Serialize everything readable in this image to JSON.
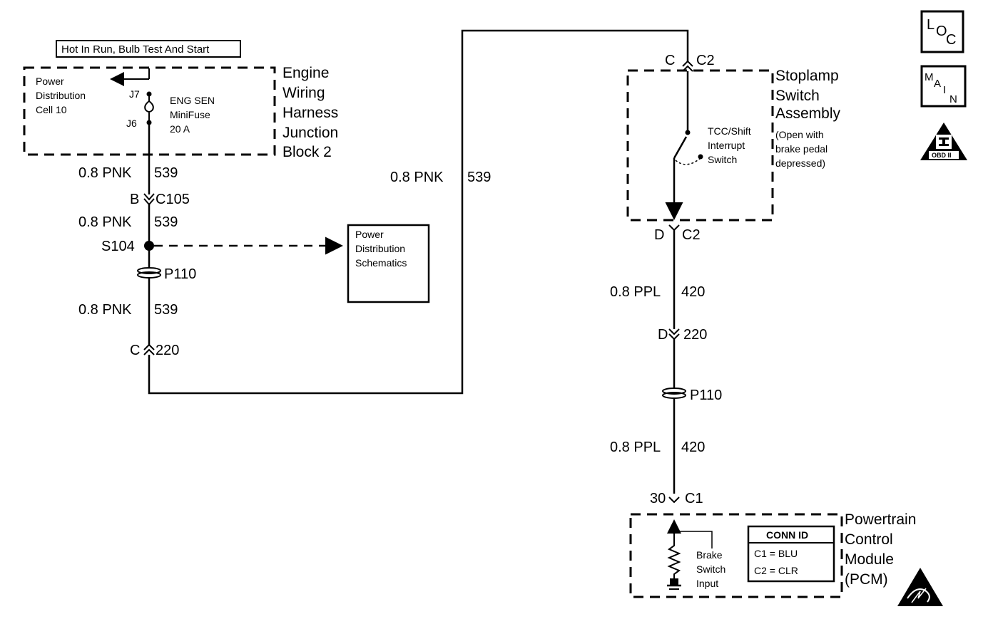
{
  "header": {
    "power_label": "Hot In Run, Bulb Test And Start"
  },
  "junction_block": {
    "title": [
      "Engine",
      "Wiring",
      "Harness",
      "Junction",
      "Block 2"
    ],
    "power_dist": [
      "Power",
      "Distribution",
      "Cell 10"
    ],
    "pin_j7": "J7",
    "pin_j6": "J6",
    "fuse": [
      "ENG SEN",
      "MiniFuse",
      "20 A"
    ]
  },
  "left_circuit": {
    "wire1": {
      "gauge_color": "0.8 PNK",
      "circuit": "539"
    },
    "c105": {
      "pin": "B",
      "connector": "C105"
    },
    "wire2": {
      "gauge_color": "0.8 PNK",
      "circuit": "539"
    },
    "splice": "S104",
    "pass_through": "P110",
    "wire3": {
      "gauge_color": "0.8 PNK",
      "circuit": "539"
    },
    "c220": {
      "pin": "C",
      "connector": "220"
    }
  },
  "power_schematics_box": [
    "Power",
    "Distribution",
    "Schematics"
  ],
  "middle_wire": {
    "gauge_color": "0.8 PNK",
    "circuit": "539"
  },
  "stoplamp": {
    "top_pin": "C",
    "top_conn": "C2",
    "title": [
      "Stoplamp",
      "Switch",
      "Assembly"
    ],
    "note": [
      "(Open with",
      "brake pedal",
      "depressed)"
    ],
    "switch_label": [
      "TCC/Shift",
      "Interrupt",
      "Switch"
    ],
    "bottom_pin": "D",
    "bottom_conn": "C2"
  },
  "right_circuit": {
    "wire1": {
      "gauge_color": "0.8 PPL",
      "circuit": "420"
    },
    "c220": {
      "pin": "D",
      "connector": "220"
    },
    "pass_through": "P110",
    "wire2": {
      "gauge_color": "0.8 PPL",
      "circuit": "420"
    },
    "c1": {
      "pin": "30",
      "connector": "C1"
    }
  },
  "pcm": {
    "title": [
      "Powertrain",
      "Control",
      "Module",
      "(PCM)"
    ],
    "input_label": [
      "Brake",
      "Switch",
      "Input"
    ],
    "conn_id_header": "CONN ID",
    "conn_ids": [
      "C1 = BLU",
      "C2 = CLR"
    ]
  },
  "icons": {
    "loc": {
      "l": "L",
      "o": "O",
      "c": "C"
    },
    "main": {
      "m": "M",
      "a": "A",
      "i": "I",
      "n": "N"
    },
    "obd": "OBD II"
  }
}
